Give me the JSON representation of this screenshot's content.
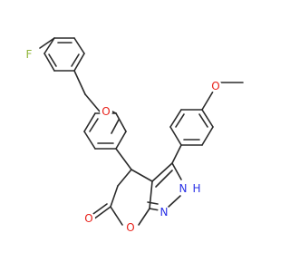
{
  "molecule": {
    "atoms": [
      {
        "label": "F",
        "color": "#8fb43a"
      },
      {
        "label": "O",
        "color": "#e8221b"
      },
      {
        "label": "O",
        "color": "#e8221b"
      },
      {
        "label": "O",
        "color": "#e8221b"
      },
      {
        "label": "O",
        "color": "#e8221b"
      },
      {
        "label": "N",
        "color": "#2a31e6"
      },
      {
        "label": "N",
        "color": "#2a31e6"
      },
      {
        "label": "H",
        "color": "#2a31e6"
      }
    ],
    "bond_color": "#2a2a2a"
  }
}
